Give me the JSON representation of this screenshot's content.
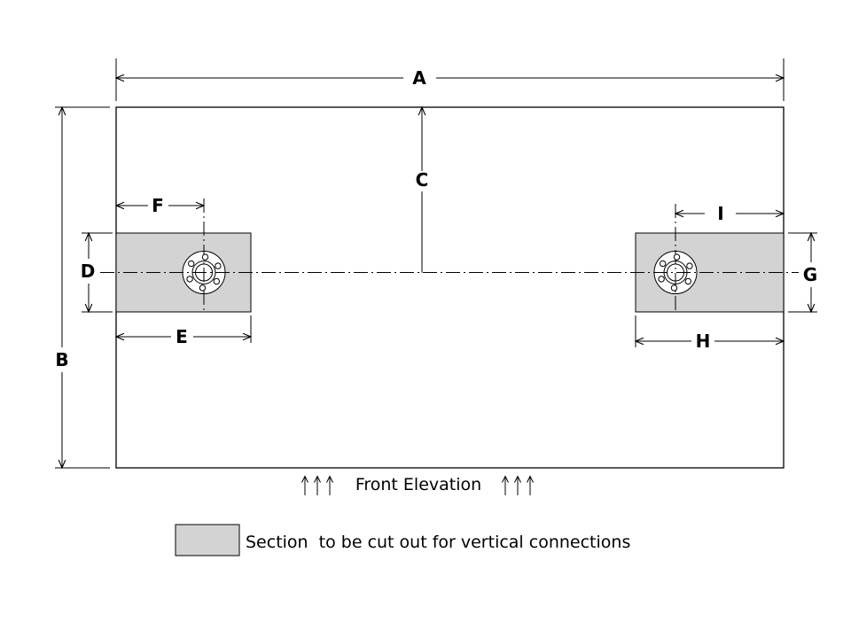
{
  "drawing": {
    "caption": "Front Elevation",
    "legend": {
      "text": "Section  to be cut out for vertical connections"
    },
    "dim_labels": {
      "A": "A",
      "B": "B",
      "C": "C",
      "D": "D",
      "E": "E",
      "F": "F",
      "G": "G",
      "H": "H",
      "I": "I"
    },
    "colors": {
      "line": "#000000",
      "cutout_fill": "#d3d3d3",
      "background": "#ffffff"
    }
  }
}
